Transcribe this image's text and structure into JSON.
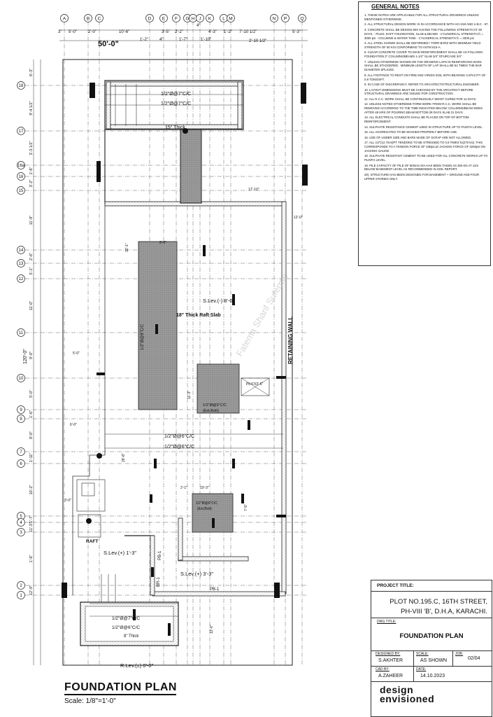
{
  "grid": {
    "columns": [
      "A",
      "B",
      "C",
      "D",
      "E",
      "F",
      "G",
      "H",
      "J",
      "K",
      "L",
      "M",
      "N",
      "P",
      "Q"
    ],
    "rows": [
      "18",
      "17",
      "16a",
      "16",
      "15",
      "14",
      "13",
      "12",
      "11",
      "10",
      "9",
      "8",
      "7",
      "6",
      "5",
      "4",
      "3",
      "2",
      "1"
    ]
  },
  "dims_top": {
    "overall": "50'-0\"",
    "d1": "3\"",
    "d2": "5'-0\"",
    "d3": "2'-0\"",
    "d4": "10'-6\"",
    "d5": "1'-2\"",
    "d6": "4\"",
    "d7": "3'-5\"",
    "d8": "2'-2\"",
    "d9": "1'-7\"",
    "d10": "4\"",
    "d11": "4'-3\"",
    "d12": "1'-10\"",
    "d13": "1'-2\"",
    "d14": "7'-10 1/2\"",
    "d15": "2'-10 1/2\"",
    "d16": "5'-3\""
  },
  "dims_left": {
    "overall": "120'-0\"",
    "r1": "6'-3\"",
    "r2": "9'-4 1/2\"",
    "r3": "3'-3 1/2\"",
    "r4": "1'-6\"",
    "r5": "3'-2\"",
    "r6": "11'-9\"",
    "r7": "2'-6\"",
    "r8": "5'-1\"",
    "r9": "11'-0\"",
    "r10": "9'-0\"",
    "r11": "5'-0\"",
    "r12": "1'-6\"",
    "r13": "8'-0\"",
    "r14": "1'-11\"",
    "r15": "10'-2\"",
    "r16": "1'-7\"",
    "r17": "11'-3\"",
    "r18": "1'-6\"",
    "r19": "12'-9\""
  },
  "labels": {
    "thick15": "15\" Thick",
    "thick18": "18\" Thick Raft Slab",
    "thick8": "8\" Thick",
    "slev_minus": "S.Lev.(-) 8'-0\"",
    "slev_plus1": "S.Lev.(+) 1'-3\"",
    "slev_plus2": "S.Lev.(+) 3'-3\"",
    "rlev": "R.Lev.(±) 0'-0\"",
    "retaining": "RETAINING WALL",
    "raft": "RAFT",
    "pb1a": "PB-1",
    "pb1b": "PB-1",
    "br1": "BR-1",
    "bar7": "1/2\"Ø@7\"C/C",
    "bar7b": "1/2\"Ø@7\"C/C",
    "bar8": "1/2\"Ø@8\"C/C",
    "bar6": "1/2\"Ø@6\"C/C",
    "bar6b": "1/2\"Ø@6\"C/C",
    "bar9": "1/2\"Ø@9\"C/C",
    "barext": "(Ext.Bott)",
    "barext2": "(Ext.Bott)",
    "d8_0": "8'-0\"",
    "d2_1": "2'-1\"",
    "d10_3": "10'-3\"",
    "d17_10": "17'-10\"",
    "d12_0": "12'-0\"",
    "d12_6": "12'-6\"",
    "d26_8": "26'-8\"",
    "d32_1": "32'-1\"",
    "d11_3": "11'-3\"",
    "d5_0": "5'-0\"",
    "d6_0": "6'-0\"",
    "d3_0": "3'-0\"",
    "d7_5": "7'-5\"",
    "pit": "Pit 6'X3'-6\"",
    "watermark": "Fatema Sharif Suferme"
  },
  "notes": {
    "title": "GENERAL NOTES",
    "items": [
      "1. THESE NOTES ARE APPLICABLE FOR ALL STRUCTURAL DRAWINGS UNLESS MENTIONED OTHERWISE.",
      "2. ALL STRUCTURAL DESIGN WORK IS IN ACCORDANCE WITH ACI-318 AND U.B.C - 97.",
      "3. CONCRETE SHALL BE DESIGN MIX HAVING THE FOLLOWING STRENGTH AT 28 DAYS. - PILES ,RAFT FOUNDATION, SLAB & BEAMS - CYLINDRICAL STRENGTH fc = 3000 psi - COLUMNS & WATER TANK - CYLINDRICAL STRENGTH fc = 4000 psi",
      "4. ALL STEEL SHOWN SHALL BE DEFORMED / TORR BARS WITH MINIMUM YIELD STRENGTH OF 60 KSI CONFORMING TO ASTM 615-A.",
      "5. CLEAR CONCRETE COVER TO MAIN REINFORCEMENT SHALL BE AS FOLLOWS: FOUNDATION 3\" COLUMNS/BEAMS 1-1/2\" SLAB 3/4\" STAIRCASE 3/4\"",
      "7. UNLESS OTHERWISE SHOWN ON THE DRAWING LAPS IN REINFORCING BARS SHALL BE STAGGERED . MINIMUM LENGTH OF LAP SHALL BE 54 TIMES THE BAR DIAMETER SPLICED.",
      "8. ALL FOOTINGS TO REST ON FIRM AND VIRGIN SOIL WITH BEARING CAPACITY OF 0.8 TONS/SFT.",
      "9. IN CASE OF DISCREPANCY, REFER TO ARCHITECT/STRUCTURAL ENGINEER.",
      "10. LAYOUT DIMENSIONS MUST BE CHECKED BY THE ARCHITECT BEFORE STRUCTURAL DRAWINGS ARE ISSUED FOR CONSTRUCTION.",
      "11. ALL R.C.C. WORK SHALL BE CONTINUOUSLY MOIST CURED FOR 14 DAYS.",
      "12. UNLESS NOTED OTHERWISE FORM WORK FROM R.C.C. WORK SHALL BE REMOVED ACCORDING TO THE TIME INDICATED BELOW: COLUMNS/BEAM SIDES AFTER 48 HRS OF POURING BEAM BOTTOM 28 DAYS SLAB 21 DAYS",
      "13. ALL ELECTRICAL CONDUITS SHALL BE PLACED ON TOP OF BOTTOM REINFORCEMENT.",
      "14. SULPHATE RESISTANCE CEMENT USED IN STRUCTURE UP TO PLINTH LEVEL.",
      "15. ALL AGGREGATES TO BE WASHED PROPERLY BEFORE USE.",
      "16. USE OF UNDER SIZE AND BARS MADE OF SCRAP ARE NOT ALLOWED.",
      "17. ALL 1/2\"(12.7mm)PT TENDONS TO BE STRESSED TO 0.8 TIMES fu(270 ksi). THIS CORRESPONDS TO A TENDON FORCE OF 33kips;w/ JACKING FORCE OF 3250psi ON JACKING GAUGE",
      "18. SULPHATE RESISTANT CEMENT TO BE USED FOR ALL CONCRETE WORKS UP TO PLINTH LEVEL.",
      "19. PILE CAPACITY OF PILE OF 600mm DIA HAS BEEN TAKEN AS 350 KN AT 12m BELOW BASEMENT LEVEL AS RECOMMENDED IN SOIL REPORT.",
      "20). STRUCTURE HAS BEEN DESIGNED FOR BASEMENT + GROUND AND FOUR UPPER STORIES ONLY."
    ]
  },
  "title_block": {
    "project_label": "PROJECT TITLE:",
    "project_line1": "PLOT NO.195.C, 16TH STREET,",
    "project_line2": "PH-VIII 'B', D.H.A, KARACHI.",
    "drg_label": "DRG.TITLE:",
    "drg_title": "FOUNDATION PLAN",
    "designed_label": "DESIGNED BY:",
    "designed_by": "S.AKHTER",
    "scale_label": "SCALE:",
    "scale": "AS SHOWN",
    "job_label": "JOB:",
    "job": "02/04",
    "cad_label": "CAD BY:",
    "cad_by": "A.ZAHEER",
    "date_label": "DATE:",
    "date": "14.10.2023",
    "logo_line1": "design",
    "logo_line2": "envisioned"
  },
  "footer": {
    "title": "FOUNDATION PLAN",
    "scale": "Scale:  1/8\"=1'-0\""
  }
}
